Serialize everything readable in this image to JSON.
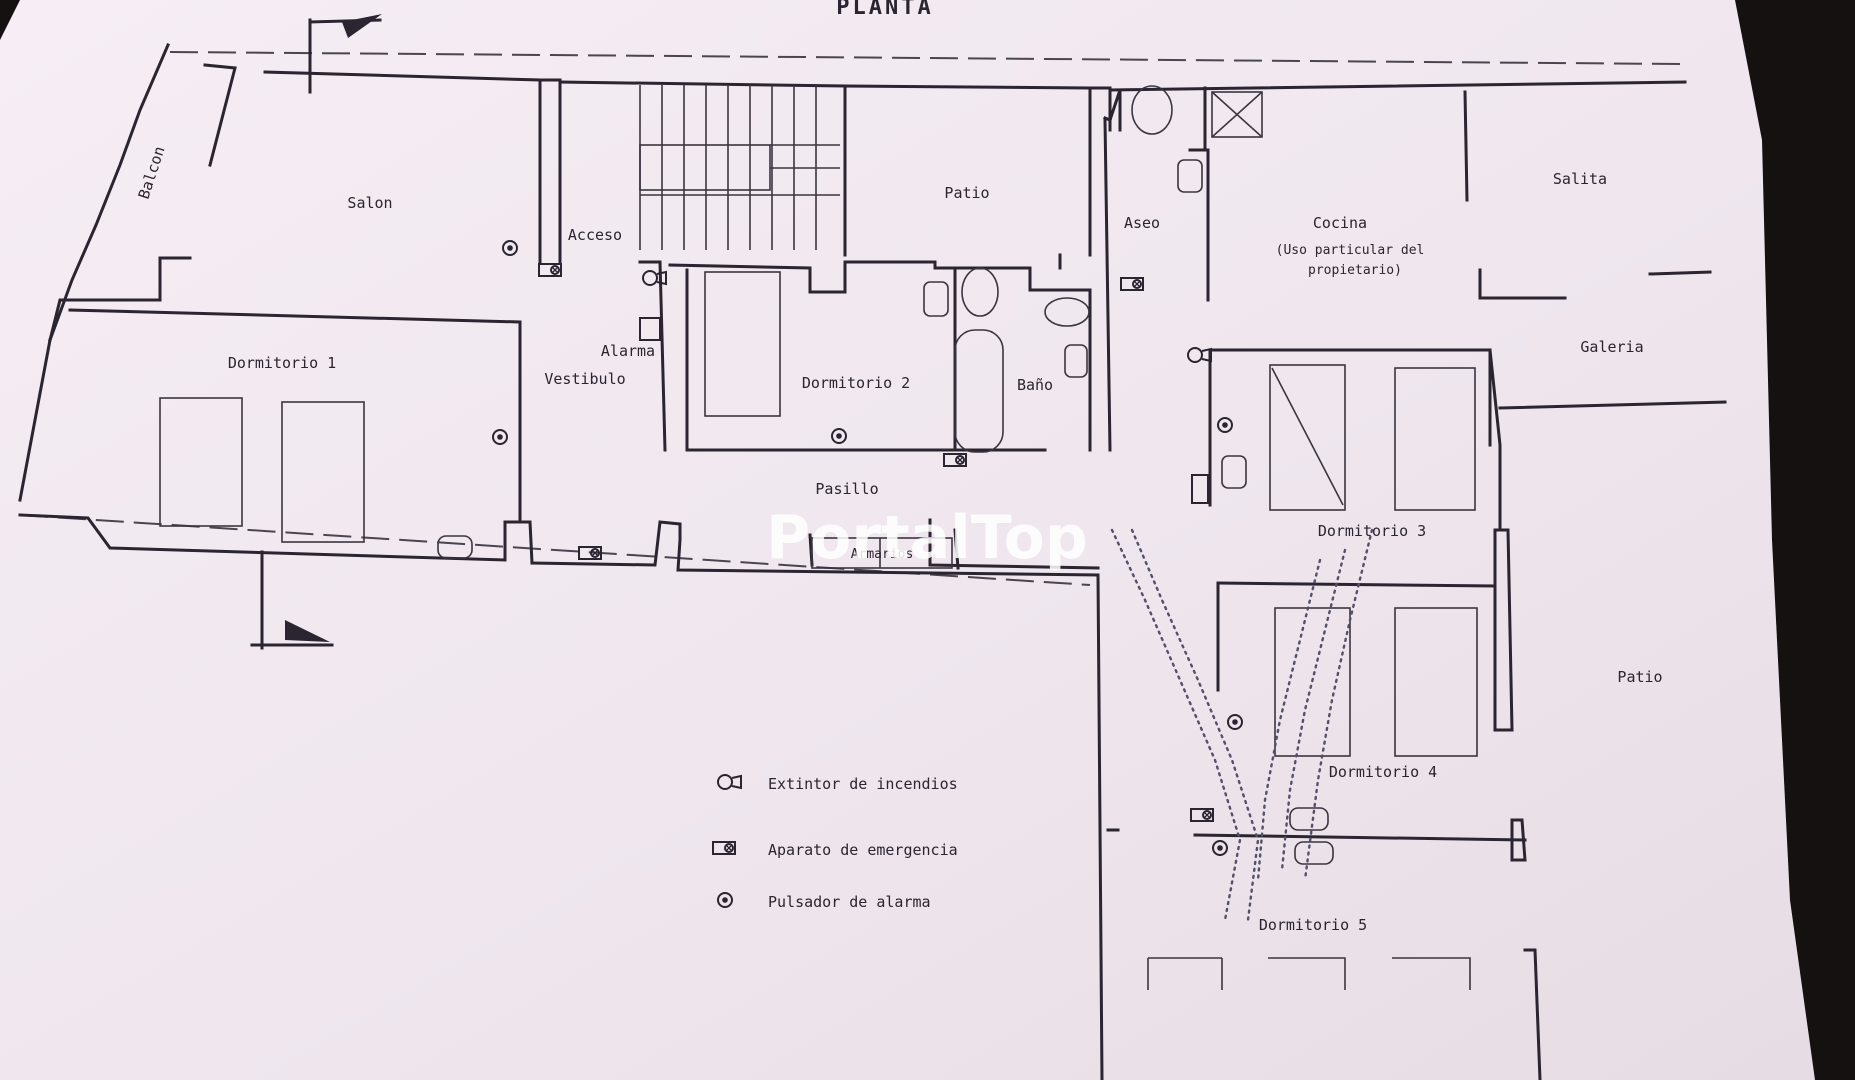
{
  "title": "PLANTA",
  "watermark": "PortalTop",
  "rooms": {
    "balcon": "Balcon",
    "salon": "Salon",
    "acceso": "Acceso",
    "patio_1": "Patio",
    "aseo": "Aseo",
    "cocina": "Cocina",
    "cocina_note_1": "(Uso particular del",
    "cocina_note_2": "propietario)",
    "salita": "Salita",
    "alarma": "Alarma",
    "vestibulo": "Vestibulo",
    "dormitorio_1": "Dormitorio 1",
    "dormitorio_2": "Dormitorio 2",
    "bano": "Baño",
    "galeria": "Galeria",
    "pasillo": "Pasillo",
    "armarios": "Armarios",
    "dormitorio_3": "Dormitorio 3",
    "dormitorio_4": "Dormitorio 4",
    "dormitorio_5": "Dormitorio 5",
    "patio_2": "Patio"
  },
  "legend": {
    "extintor": "Extintor de incendios",
    "aparato": "Aparato de emergencia",
    "pulsador": "Pulsador de alarma"
  },
  "colors": {
    "paper": "#f1e9ef",
    "ink": "#2a2530",
    "background": "#141110"
  },
  "icons": [
    "fire-extinguisher-icon",
    "emergency-device-icon",
    "alarm-button-icon",
    "section-arrow-icon"
  ]
}
